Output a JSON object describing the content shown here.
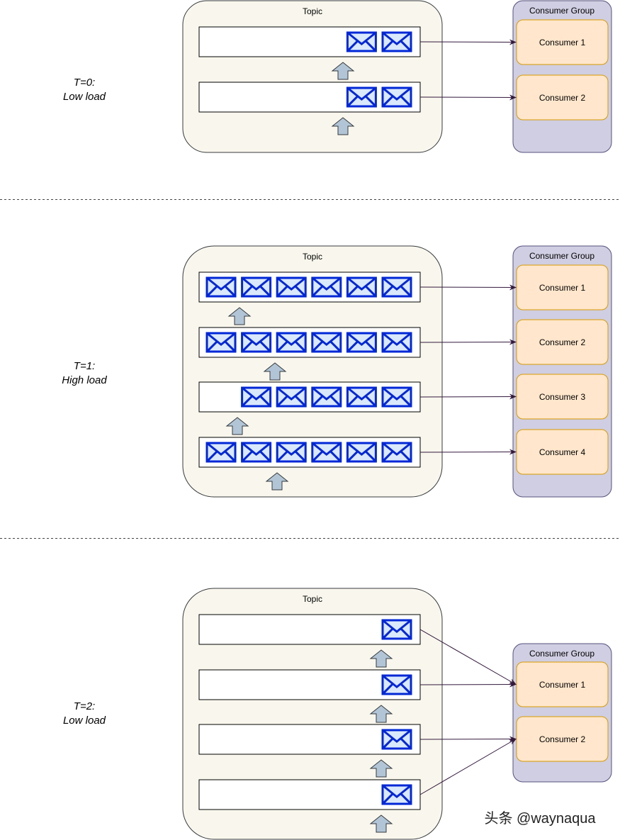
{
  "colors": {
    "topic_fill": "#f9f7ed",
    "topic_stroke": "#36393d",
    "group_fill": "#d0cee2",
    "group_stroke": "#56517e",
    "consumer_fill": "#ffe6cc",
    "consumer_stroke": "#d79b00",
    "envelope": "#0027d6",
    "envelope_fill": "#dae8fc",
    "arrow_up_fill": "#b1c5d6",
    "arrow_up_stroke": "#36393d",
    "connector": "#33193d",
    "divider": "#444444"
  },
  "panels": [
    {
      "label_line1": "T=0:",
      "label_line2": "Low load",
      "topic_title": "Topic",
      "group_title": "Consumer Group",
      "partitions": [
        {
          "messages": 2
        },
        {
          "messages": 2
        }
      ],
      "consumers": [
        "Consumer 1",
        "Consumer 2"
      ],
      "assignment": [
        0,
        1
      ]
    },
    {
      "label_line1": "T=1:",
      "label_line2": "High load",
      "topic_title": "Topic",
      "group_title": "Consumer Group",
      "partitions": [
        {
          "messages": 6
        },
        {
          "messages": 6
        },
        {
          "messages": 5
        },
        {
          "messages": 6
        }
      ],
      "consumers": [
        "Consumer 1",
        "Consumer 2",
        "Consumer 3",
        "Consumer 4"
      ],
      "assignment": [
        0,
        1,
        2,
        3
      ]
    },
    {
      "label_line1": "T=2:",
      "label_line2": "Low load",
      "topic_title": "Topic",
      "group_title": "Consumer Group",
      "partitions": [
        {
          "messages": 1
        },
        {
          "messages": 1
        },
        {
          "messages": 1
        },
        {
          "messages": 1
        }
      ],
      "consumers": [
        "Consumer 1",
        "Consumer 2"
      ],
      "assignment": [
        0,
        0,
        1,
        1
      ]
    }
  ],
  "watermark": "头条 @waynaqua"
}
